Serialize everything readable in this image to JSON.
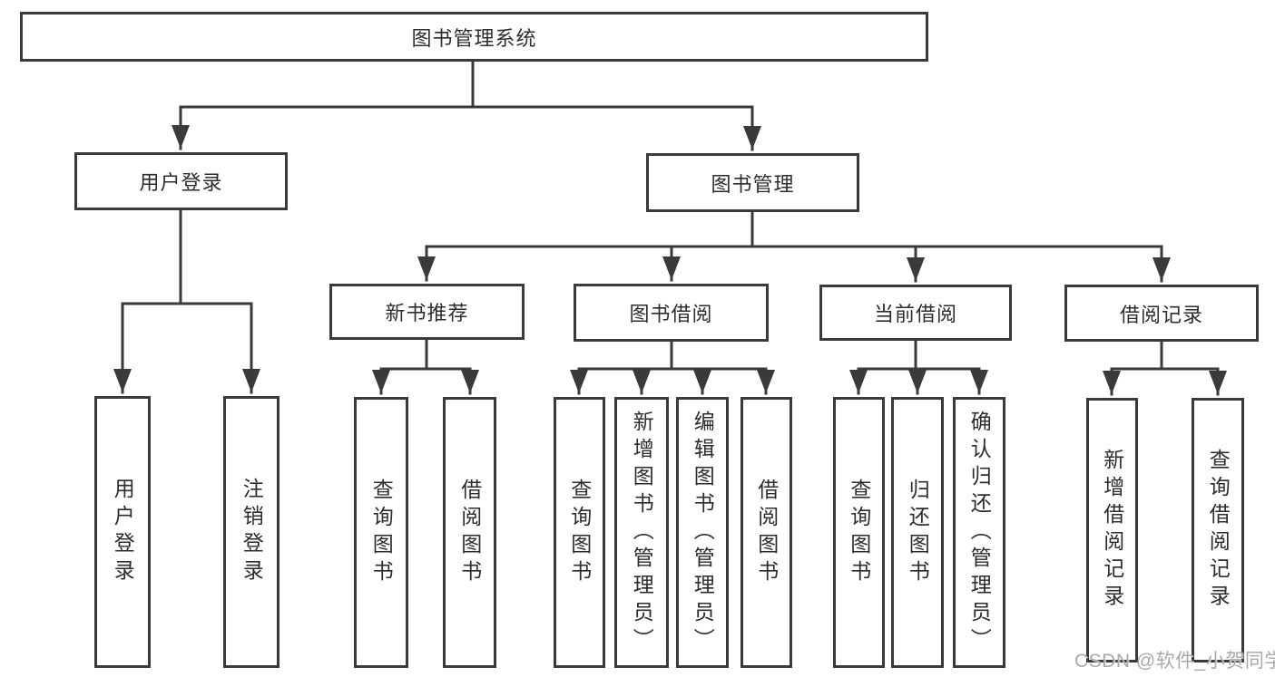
{
  "diagram_type": "functional-structure-tree",
  "tree": {
    "label": "图书管理系统",
    "children": [
      {
        "label": "用户登录",
        "children": [
          {
            "label": "用户登录"
          },
          {
            "label": "注销登录"
          }
        ]
      },
      {
        "label": "图书管理",
        "children": [
          {
            "label": "新书推荐",
            "children": [
              {
                "label": "查询图书"
              },
              {
                "label": "借阅图书"
              }
            ]
          },
          {
            "label": "图书借阅",
            "children": [
              {
                "label": "查询图书"
              },
              {
                "label": "新增图书（管理员）"
              },
              {
                "label": "编辑图书（管理员）"
              },
              {
                "label": "借阅图书"
              }
            ]
          },
          {
            "label": "当前借阅",
            "children": [
              {
                "label": "查询图书"
              },
              {
                "label": "归还图书"
              },
              {
                "label": "确认归还（管理员）"
              }
            ]
          },
          {
            "label": "借阅记录",
            "children": [
              {
                "label": "新增借阅记录"
              },
              {
                "label": "查询借阅记录"
              }
            ]
          }
        ]
      }
    ]
  },
  "watermark": {
    "text": "CSDN @软件_小贺同学"
  },
  "colors": {
    "line": "#3a3a3a",
    "text": "#2d2d2d",
    "watermark": "#a9a9ad",
    "background": "#ffffff"
  }
}
